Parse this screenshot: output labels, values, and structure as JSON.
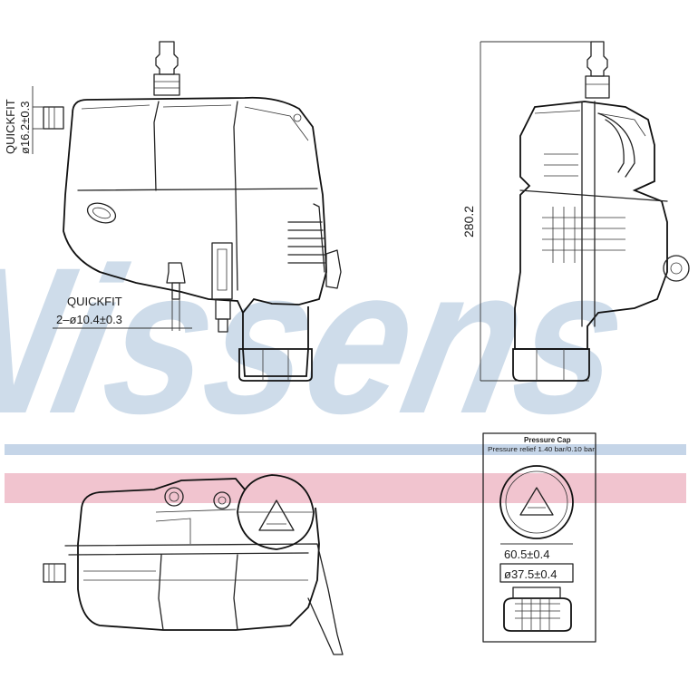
{
  "watermark": {
    "text": "Nissens",
    "color": "#c9d9e8"
  },
  "bands": {
    "blue": "#c5d5e8",
    "red": "#f1c4cf"
  },
  "labels": {
    "quickfit_top_title": "QUICKFIT",
    "quickfit_top_value": "ø16.2±0.3",
    "quickfit_side_title": "QUICKFIT",
    "quickfit_side_value": "2–ø10.4±0.3",
    "height_dim": "280.2",
    "cap_title": "Pressure Cap",
    "cap_subtitle": "Pressure relief 1.40 bar/0.10 bar",
    "cap_outer_dim": "60.5±0.4",
    "cap_inner_dim": "ø37.5±0.4"
  }
}
